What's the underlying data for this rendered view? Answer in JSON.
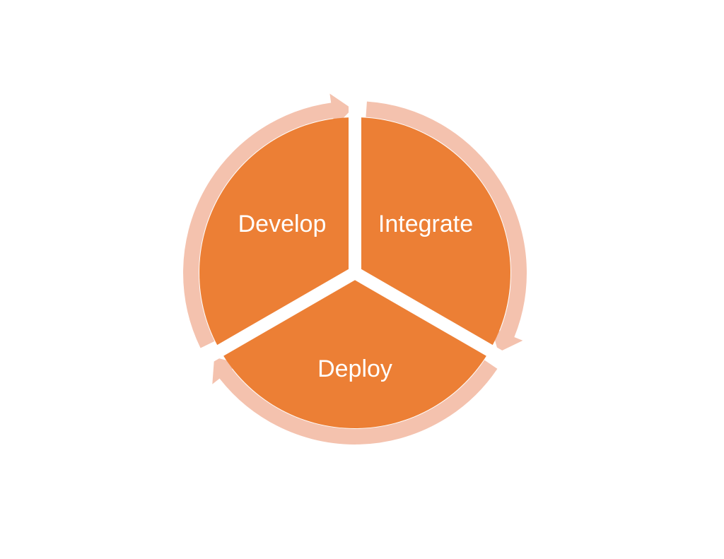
{
  "diagram": {
    "type": "cycle",
    "colors": {
      "segment_fill": "#ec7f35",
      "ring_arrow": "#f4c2ae",
      "background": "#ffffff"
    },
    "segments": [
      {
        "label": "Develop"
      },
      {
        "label": "Integrate"
      },
      {
        "label": "Deploy"
      }
    ],
    "flow": "clockwise"
  }
}
